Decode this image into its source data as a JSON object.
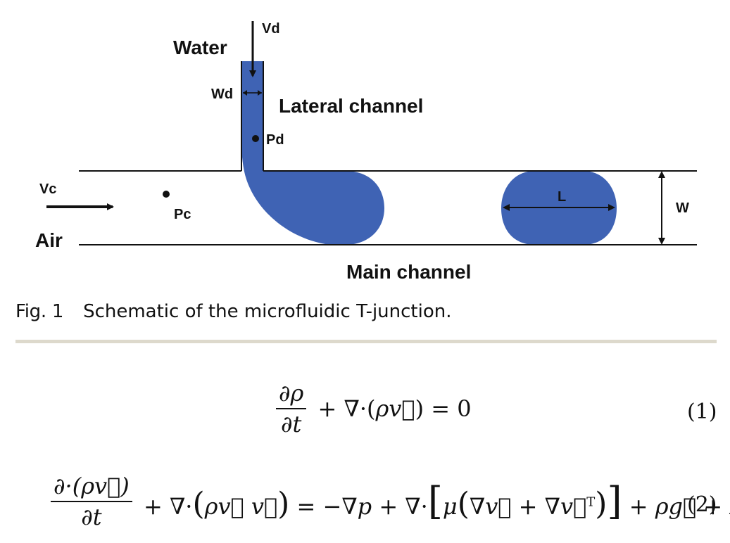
{
  "figure": {
    "labels": {
      "water": "Water",
      "vd": "Vd",
      "wd": "Wd",
      "lateral_channel": "Lateral channel",
      "pd": "Pd",
      "vc": "Vc",
      "pc": "Pc",
      "air": "Air",
      "l": "L",
      "w": "W",
      "main_channel": "Main channel"
    },
    "colors": {
      "fluid": "#3f63b4",
      "line": "#111111"
    }
  },
  "caption": {
    "fig_label": "Fig. 1",
    "text": "Schematic of the microfluidic T-junction."
  },
  "equations": [
    {
      "number": "(1)",
      "latex": "\\frac{\\partial \\rho}{\\partial t} + \\nabla\\cdot(\\rho\\vec{v}) = 0"
    },
    {
      "number": "(2)",
      "latex": "\\frac{\\partial\\cdot(\\rho\\vec{v})}{\\partial t} + \\nabla\\cdot(\\rho\\vec{v}\\,\\vec{v}) = -\\nabla p + \\nabla\\cdot[\\mu(\\nabla\\vec{v}+\\nabla\\vec{v}^{T})] + \\rho\\vec{g} + \\vec{F}"
    }
  ]
}
